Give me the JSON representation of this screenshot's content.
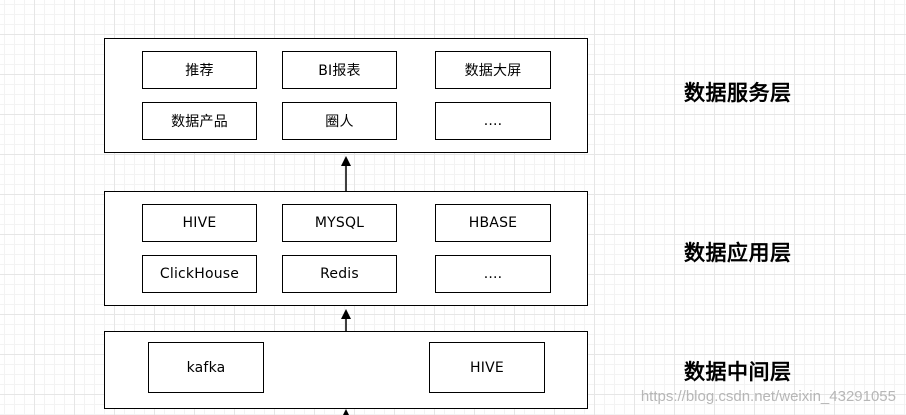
{
  "layers": {
    "service": {
      "label": "数据服务层",
      "nodes": [
        "推荐",
        "BI报表",
        "数据大屏",
        "数据产品",
        "圈人",
        "...."
      ]
    },
    "application": {
      "label": "数据应用层",
      "nodes": [
        "HIVE",
        "MYSQL",
        "HBASE",
        "ClickHouse",
        "Redis",
        "...."
      ]
    },
    "middle": {
      "label": "数据中间层",
      "nodes": [
        "kafka",
        "HIVE"
      ]
    }
  },
  "watermark": "https://blog.csdn.net/weixin_43291055",
  "colors": {
    "line": "#000000",
    "grid": "#e6e6e6",
    "watermark": "#aaaaaa"
  }
}
